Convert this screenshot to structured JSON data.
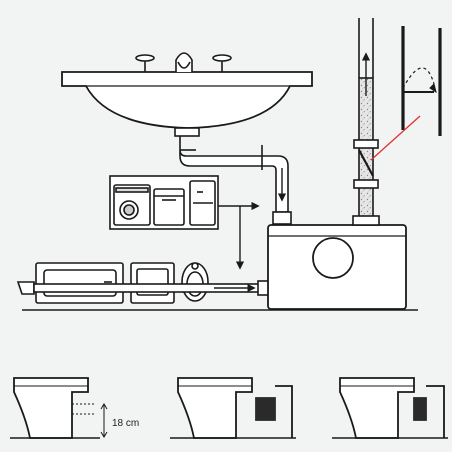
{
  "colors": {
    "background": "#f2f3f3",
    "line": "#1a1a1a",
    "fill_white": "#ffffff",
    "gasket": "#2a2a2a",
    "pipe_fill": "#d9d9d9",
    "accent_red": "#e0312f"
  },
  "labels": {
    "clearance": "18 cm"
  },
  "diagram": {
    "top_panel": {
      "sources": [
        "washbasin",
        "washing-machine",
        "dishwasher",
        "shower-cabinet",
        "bathtub",
        "shower-tray",
        "bidet"
      ],
      "target": "macerator-pump-unit",
      "outlet": "vertical-discharge-pipe-with-check-valve"
    },
    "bottom_panel": {
      "steps": [
        "toilet-outlet-height",
        "pump-attached",
        "pump-attached-close"
      ]
    }
  }
}
